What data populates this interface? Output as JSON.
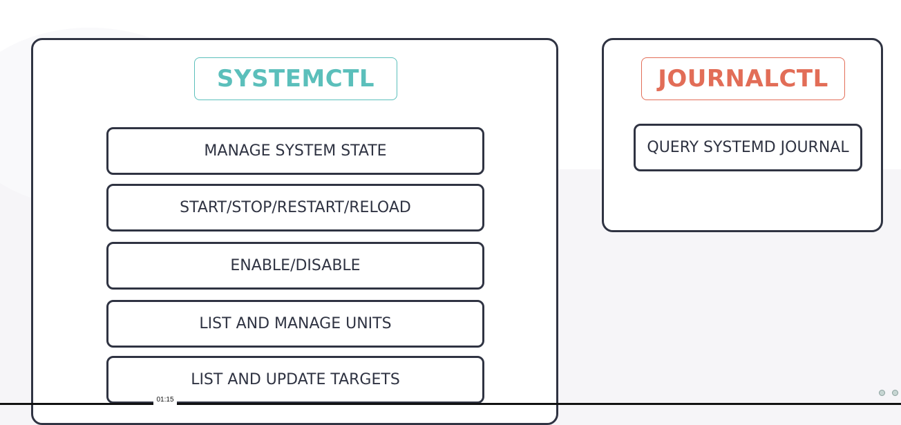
{
  "colors": {
    "teal": "#5bbfbb",
    "coral": "#e26d57",
    "outline": "#2f3342"
  },
  "systemctl": {
    "title": "SYSTEMCTL",
    "items": [
      {
        "label": "MANAGE SYSTEM STATE"
      },
      {
        "label": "START/STOP/RESTART/RELOAD"
      },
      {
        "label": "ENABLE/DISABLE"
      },
      {
        "label": "LIST AND MANAGE UNITS"
      },
      {
        "label": "LIST AND UPDATE TARGETS"
      }
    ]
  },
  "journalctl": {
    "title": "JOURNALCTL",
    "items": [
      {
        "label": "QUERY SYSTEMD JOURNAL"
      }
    ]
  },
  "player": {
    "timestamp": "01:15"
  },
  "slide_indicators": [
    "dot",
    "dot"
  ]
}
